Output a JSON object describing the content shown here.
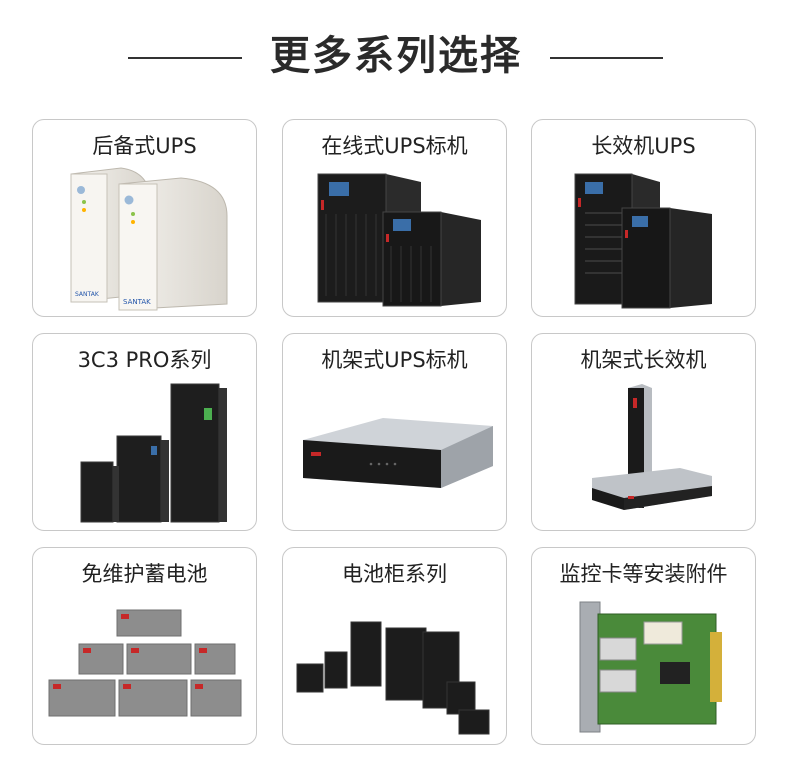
{
  "heading": {
    "title": "更多系列选择"
  },
  "products": [
    {
      "label": "后备式UPS",
      "icon": "backup-ups-image"
    },
    {
      "label": "在线式UPS标机",
      "icon": "online-ups-tower-image"
    },
    {
      "label": "长效机UPS",
      "icon": "long-runtime-ups-image"
    },
    {
      "label": "3C3 PRO系列",
      "icon": "three-phase-ups-image"
    },
    {
      "label": "机架式UPS标机",
      "icon": "rack-ups-image"
    },
    {
      "label": "机架式长效机",
      "icon": "rack-long-runtime-ups-image"
    },
    {
      "label": "免维护蓄电池",
      "icon": "battery-image"
    },
    {
      "label": "电池柜系列",
      "icon": "battery-cabinet-image"
    },
    {
      "label": "监控卡等安装附件",
      "icon": "snmp-card-image"
    }
  ],
  "brand_text": {
    "santak": "SANTAK"
  }
}
